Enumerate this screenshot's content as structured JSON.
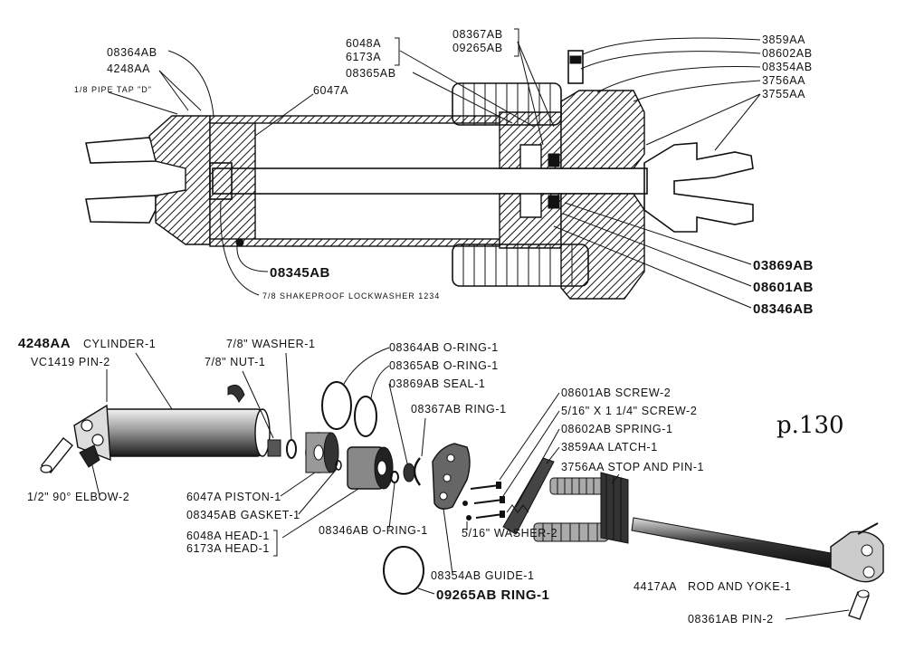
{
  "page_mark": "p.130",
  "assembly_labels": {
    "a1": "08364AB",
    "a2": "4248AA",
    "a3": "1/8 PIPE TAP \"D\"",
    "a4": "6047A",
    "a5": "6048A",
    "a6": "6173A",
    "a7": "08365AB",
    "a8": "08367AB",
    "a9": "09265AB",
    "a10": "3859AA",
    "a11": "08602AB",
    "a12": "08354AB",
    "a13": "3756AA",
    "a14": "3755AA",
    "a15": "08345AB",
    "a16": "7/8 SHAKEPROOF LOCKWASHER 1234",
    "a17": "03869AB",
    "a18": "08601AB",
    "a19": "08346AB"
  },
  "parts_list": {
    "p1": "4248AA",
    "p1b": "CYLINDER-1",
    "p2": "VC1419 PIN-2",
    "p3": "7/8\" WASHER-1",
    "p4": "7/8\" NUT-1",
    "p5": "08364AB O-RING-1",
    "p6": "08365AB O-RING-1",
    "p7": "03869AB SEAL-1",
    "p8": "08367AB RING-1",
    "p9": "08601AB SCREW-2",
    "p10": "5/16\" X 1 1/4\" SCREW-2",
    "p11": "08602AB SPRING-1",
    "p12": "3859AA LATCH-1",
    "p13": "3756AA STOP AND PIN-1",
    "p14": "1/2\" 90° ELBOW-2",
    "p15": "6047A PISTON-1",
    "p16": "08345AB GASKET-1",
    "p17": "6048A HEAD-1",
    "p18": "6173A HEAD-1",
    "p19": "08346AB O-RING-1",
    "p20": "5/16\" WASHER-2",
    "p21": "08354AB GUIDE-1",
    "p22": "09265AB RING-1",
    "p23": "4417AA",
    "p23b": "ROD AND YOKE-1",
    "p24": "08361AB PIN-2"
  }
}
